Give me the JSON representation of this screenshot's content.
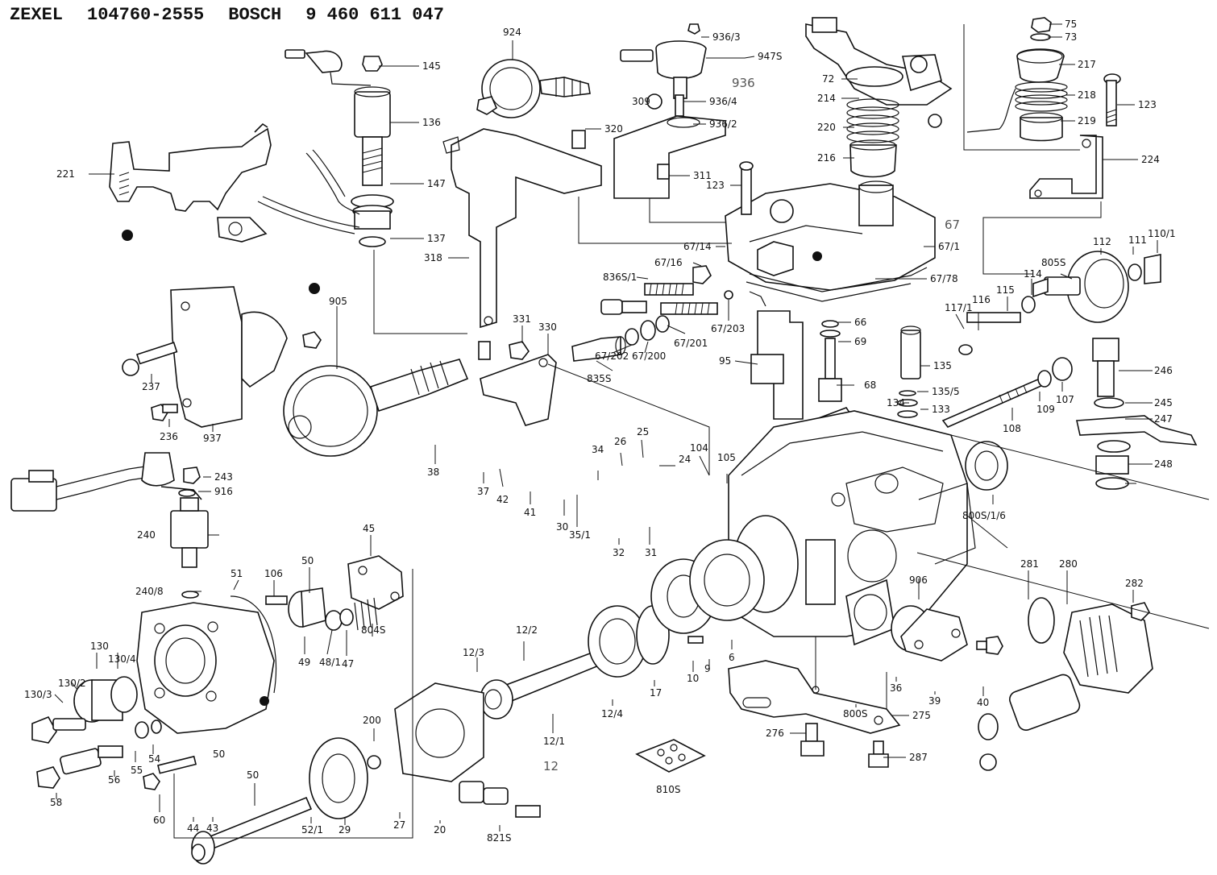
{
  "header": {
    "brand1": "ZEXEL",
    "part1": "104760-2555",
    "brand2": "BOSCH",
    "part2": "9 460 611 047"
  },
  "labels": [
    "75",
    "73",
    "217",
    "218",
    "219",
    "123",
    "224",
    "72",
    "214",
    "220",
    "216",
    "936/3",
    "947S",
    "936",
    "309",
    "936/4",
    "936/2",
    "311",
    "320",
    "924",
    "145",
    "136",
    "147",
    "137",
    "221",
    "318",
    "123",
    "67",
    "67/1",
    "67/14",
    "67/16",
    "836S/1",
    "67/78",
    "112",
    "111",
    "110/1",
    "805S",
    "115",
    "114",
    "117/1",
    "116",
    "67/203",
    "66",
    "69",
    "67/201",
    "67/200",
    "67/202",
    "835S",
    "331",
    "330",
    "905",
    "237",
    "236",
    "937",
    "95",
    "68",
    "135",
    "135/5",
    "134",
    "133",
    "108",
    "109",
    "107",
    "246",
    "245",
    "247",
    "248",
    "38",
    "37",
    "42",
    "41",
    "30",
    "35/1",
    "34",
    "26",
    "25",
    "24",
    "104",
    "105",
    "243",
    "916",
    "240",
    "800S/1/6",
    "32",
    "31",
    "906",
    "281",
    "280",
    "282",
    "45",
    "51",
    "106",
    "50",
    "240/8",
    "48/1",
    "47",
    "804S",
    "49",
    "130",
    "130/4",
    "130/2",
    "130/3",
    "55",
    "54",
    "56",
    "58",
    "60",
    "12/2",
    "12/3",
    "12/4",
    "12/1",
    "17",
    "10",
    "9",
    "6",
    "800S",
    "36",
    "39",
    "40",
    "200",
    "27",
    "20",
    "821S",
    "50",
    "44",
    "43",
    "52/1",
    "29",
    "275",
    "276",
    "287",
    "810S",
    "12",
    "50"
  ]
}
